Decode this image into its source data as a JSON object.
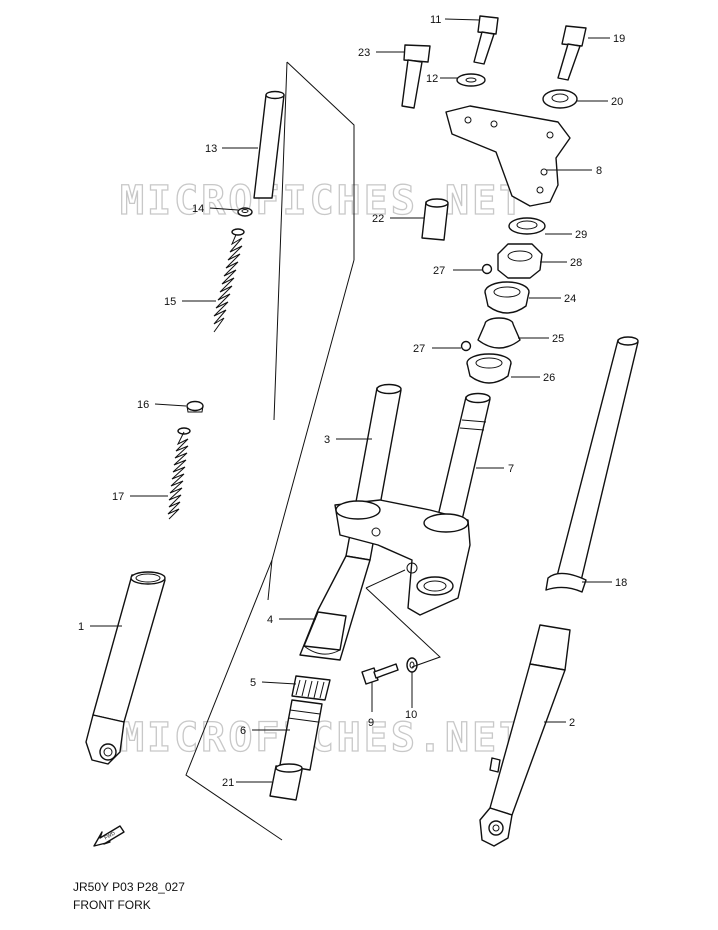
{
  "watermark": "MICROFICHES.NET",
  "fwd_label": "FWD",
  "footer": {
    "code": "JR50Y P03 P28_027",
    "title": "FRONT FORK"
  },
  "callouts": {
    "c1": "1",
    "c2": "2",
    "c3": "3",
    "c4": "4",
    "c5": "5",
    "c6": "6",
    "c7": "7",
    "c8": "8",
    "c9": "9",
    "c10": "10",
    "c11": "11",
    "c12": "12",
    "c13": "13",
    "c14": "14",
    "c15": "15",
    "c16": "16",
    "c17": "17",
    "c18": "18",
    "c19": "19",
    "c20": "20",
    "c21": "21",
    "c22": "22",
    "c23": "23",
    "c24": "24",
    "c25": "25",
    "c26": "26",
    "c27a": "27",
    "c27b": "27",
    "c28": "28",
    "c29": "29"
  }
}
